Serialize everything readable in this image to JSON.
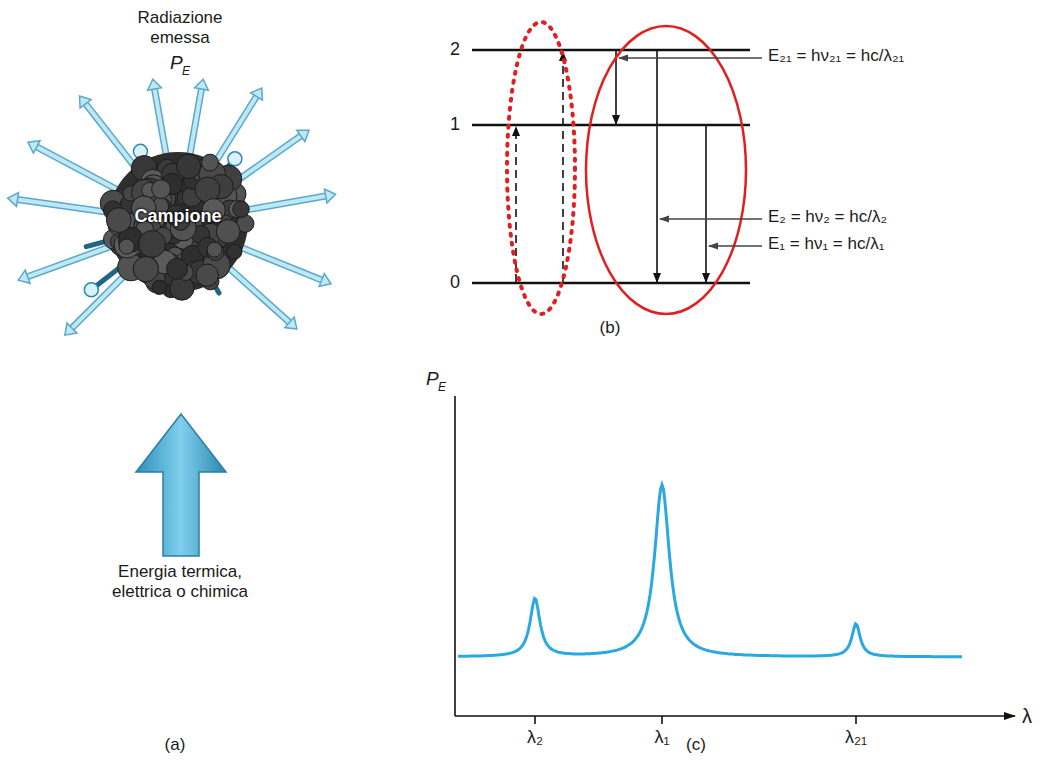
{
  "diagram": {
    "nodes": [
      {
        "text": [
          "Campione"
        ]
      }
    ],
    "labels": [
      "Radiazione emessa",
      "P",
      "E",
      "Energia termica, elettrica o chimica",
      "(a)",
      "2",
      "1",
      "0",
      "E₂₁ = hν₂₁ = hc/λ₂₁",
      "E₂ = hν₂ = hc/λ₂",
      "E₁ = hν₁ = hc/λ₁",
      "(b)",
      "P",
      "E",
      "λ₂",
      "λ₁",
      "λ₂₁",
      "λ",
      "(c)"
    ]
  }
}
